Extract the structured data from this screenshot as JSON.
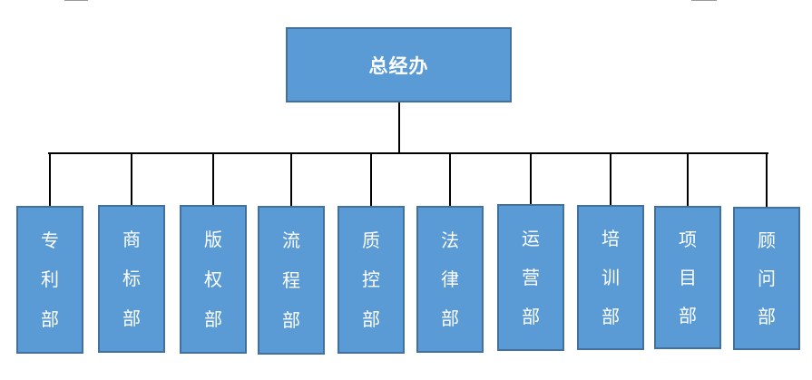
{
  "org_chart": {
    "root": {
      "label": "总经办"
    },
    "departments": [
      {
        "chars": [
          "专",
          "利",
          "部"
        ]
      },
      {
        "chars": [
          "商",
          "标",
          "部"
        ]
      },
      {
        "chars": [
          "版",
          "权",
          "部"
        ]
      },
      {
        "chars": [
          "流",
          "程",
          "部"
        ]
      },
      {
        "chars": [
          "质",
          "控",
          "部"
        ]
      },
      {
        "chars": [
          "法",
          "律",
          "部"
        ]
      },
      {
        "chars": [
          "运",
          "营",
          "部"
        ]
      },
      {
        "chars": [
          "培",
          "训",
          "部"
        ]
      },
      {
        "chars": [
          "项",
          "目",
          "部"
        ]
      },
      {
        "chars": [
          "顾",
          "问",
          "部"
        ]
      }
    ]
  },
  "colors": {
    "node_fill": "#5b9bd5",
    "node_border": "#41719c",
    "node_text": "#ffffff",
    "connector": "#000000"
  }
}
